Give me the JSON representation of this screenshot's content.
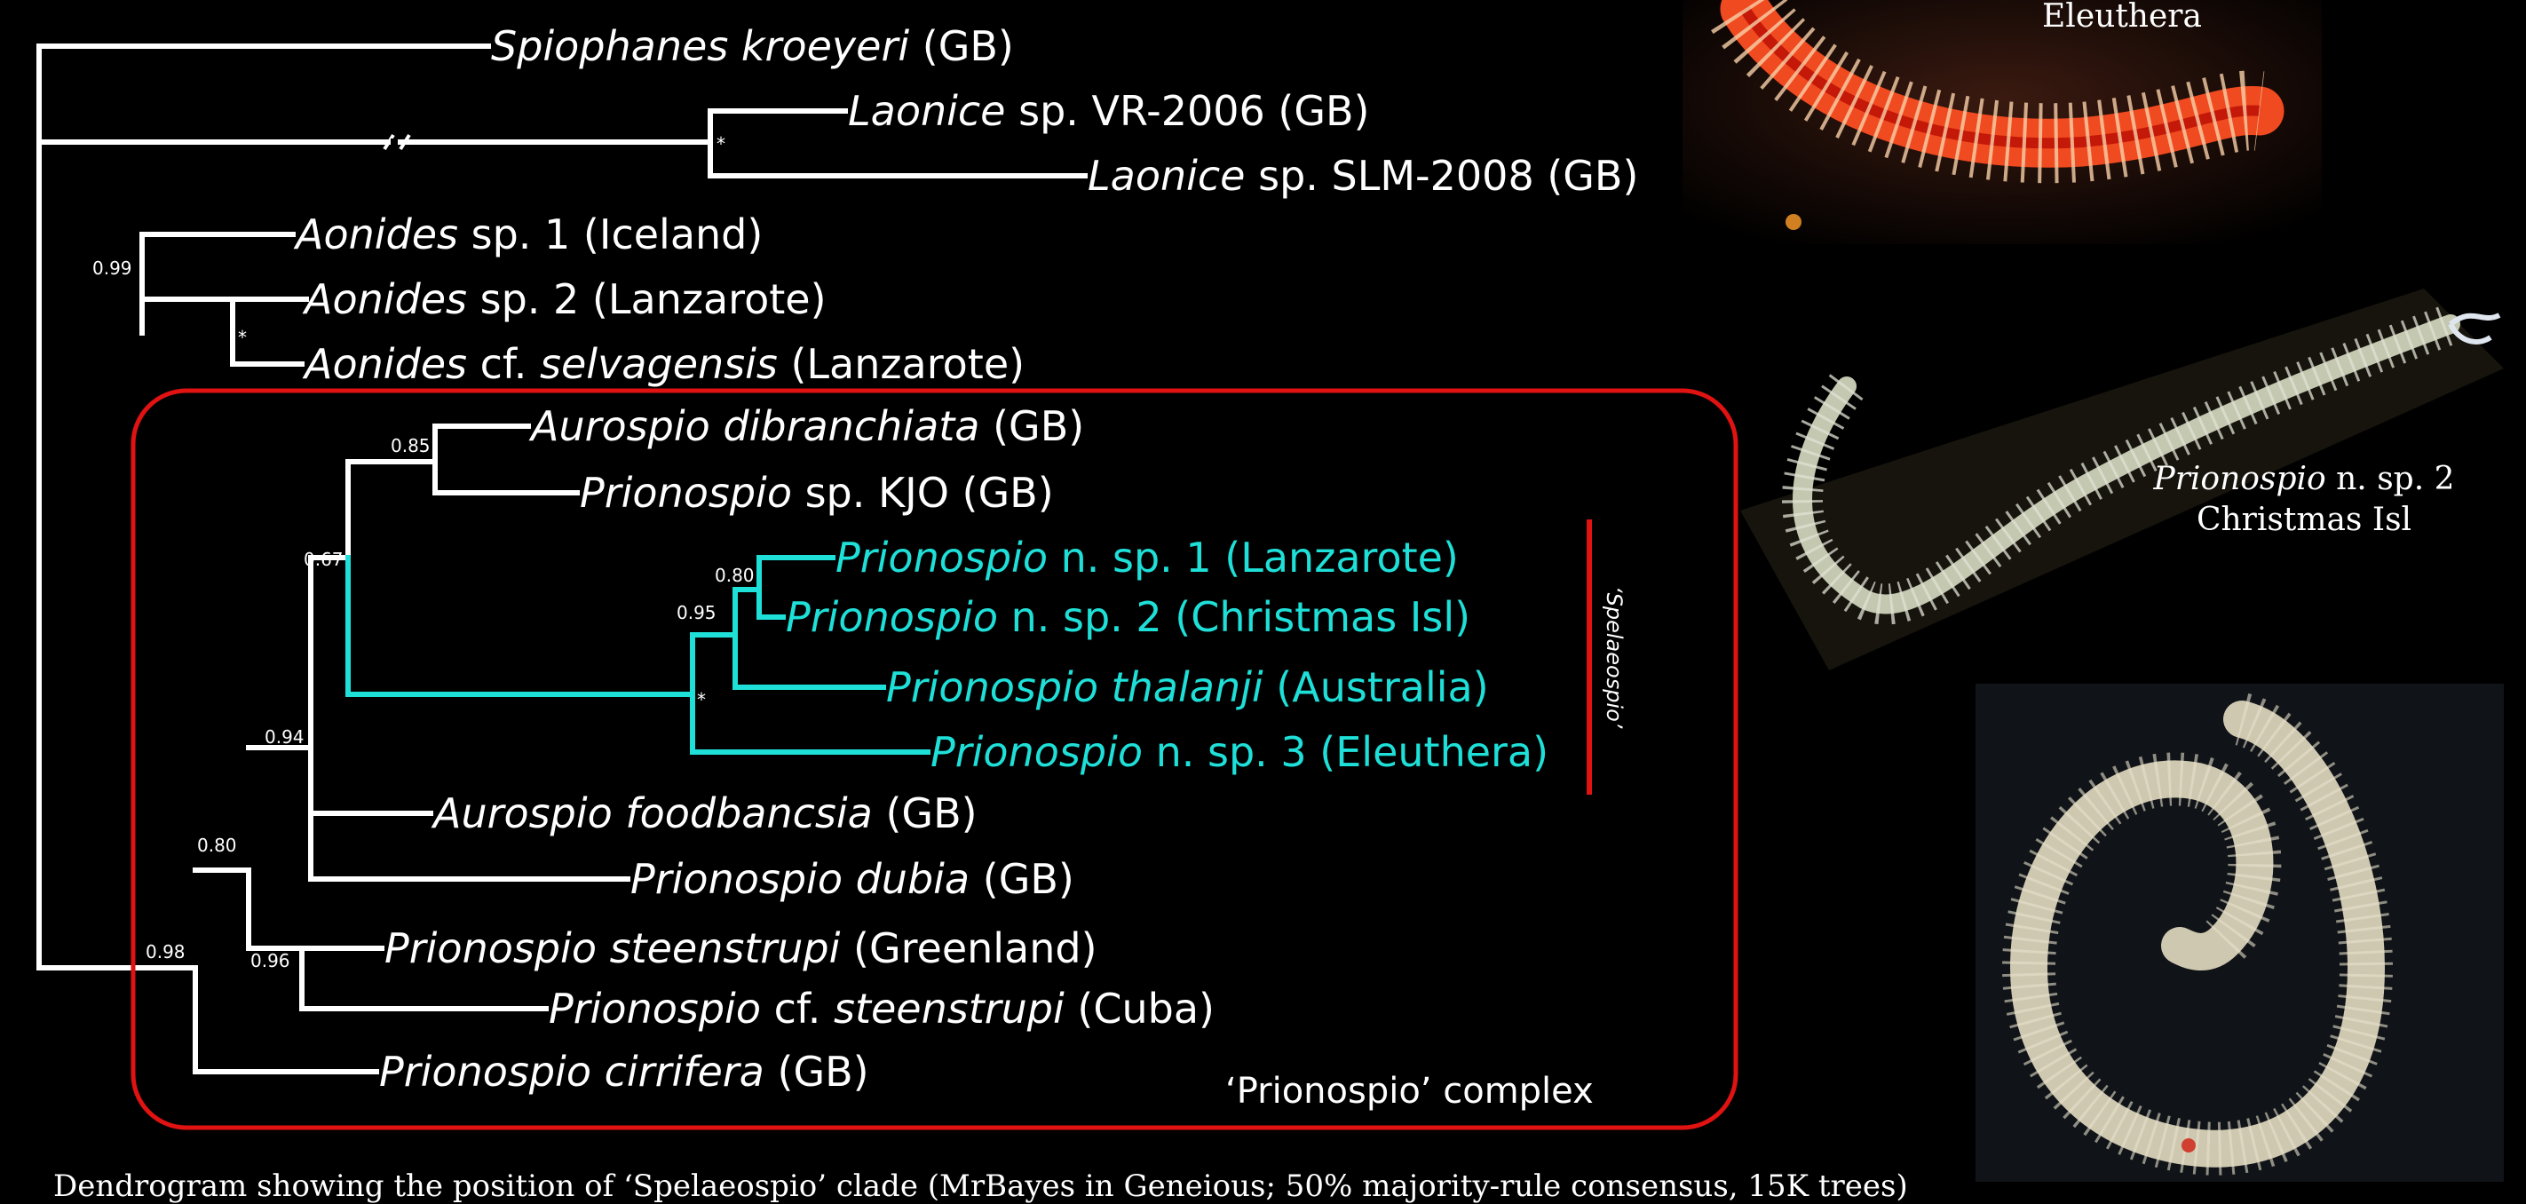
{
  "leaves": [
    {
      "genus": "Spiophanes",
      "species": "kroeyeri",
      "rest": " (GB)",
      "clade": "white"
    },
    {
      "genus": "Laonice",
      "species": "",
      "rest": " sp. VR-2006 (GB)",
      "clade": "white"
    },
    {
      "genus": "Laonice",
      "species": "",
      "rest": " sp. SLM-2008 (GB)",
      "clade": "white"
    },
    {
      "genus": "Aonides",
      "species": "",
      "rest": " sp. 1 (Iceland)",
      "clade": "white"
    },
    {
      "genus": "Aonides",
      "species": "",
      "rest": " sp. 2 (Lanzarote)",
      "clade": "white"
    },
    {
      "genus": "Aonides",
      "species": "",
      "rest": " cf. ",
      "species2": "selvagensis",
      "rest2": " (Lanzarote)",
      "clade": "white"
    },
    {
      "genus": "Aurospio",
      "species": "dibranchiata",
      "rest": " (GB)",
      "clade": "white"
    },
    {
      "genus": "Prionospio",
      "species": "",
      "rest": " sp. KJO (GB)",
      "clade": "white"
    },
    {
      "genus": "Prionospio",
      "species": "",
      "rest": " n. sp. 1 (Lanzarote)",
      "clade": "cyan"
    },
    {
      "genus": "Prionospio",
      "species": "",
      "rest": " n. sp. 2 (Christmas Isl)",
      "clade": "cyan"
    },
    {
      "genus": "Prionospio",
      "species": "thalanji",
      "rest": " (Australia)",
      "clade": "cyan"
    },
    {
      "genus": "Prionospio",
      "species": "",
      "rest": " n. sp. 3 (Eleuthera)",
      "clade": "cyan"
    },
    {
      "genus": "Aurospio",
      "species": "foodbancsia",
      "rest": " (GB)",
      "clade": "white"
    },
    {
      "genus": "Prionospio",
      "species": "dubia",
      "rest": " (GB)",
      "clade": "white"
    },
    {
      "genus": "Prionospio",
      "species": "steenstrupi",
      "rest": " (Greenland)",
      "clade": "white"
    },
    {
      "genus": "Prionospio",
      "species": "",
      "rest": " cf. ",
      "species2": "steenstrupi",
      "rest2": " (Cuba)",
      "clade": "white"
    },
    {
      "genus": "Prionospio",
      "species": "cirrifera",
      "rest": " (GB)",
      "clade": "white"
    }
  ],
  "supports": {
    "laonice": "*",
    "aonides_root": "0.99",
    "aonides_pair": "*",
    "aurospio_pair": "0.85",
    "upper_group": "0.67",
    "nsp12": "0.80",
    "nsp12_thal": "0.95",
    "speleo_clade": "*",
    "mid_group": "0.94",
    "complex_inner": "0.80",
    "steenstrupi": "0.96",
    "complex_root": "0.98"
  },
  "box_label": "‘Prionospio’ complex",
  "clade_bar_label": "‘Spelaeospio’",
  "photos": [
    {
      "caption_line1": "Eleuthera",
      "caption_genus": "",
      "caption_rest": ""
    },
    {
      "caption_line1": "",
      "caption_genus": "Prionospio",
      "caption_rest": " n. sp. 2",
      "caption_line2": "Christmas Isl"
    }
  ],
  "footer_text": "Dendrogram showing the position of ‘Spelaeospio’ clade (MrBayes in Geneious; 50% majority-rule consensus, 15K trees)",
  "colors": {
    "tree": "#ffffff",
    "clade": "#1ee0d8",
    "box": "#e01212",
    "bg": "#000000"
  }
}
